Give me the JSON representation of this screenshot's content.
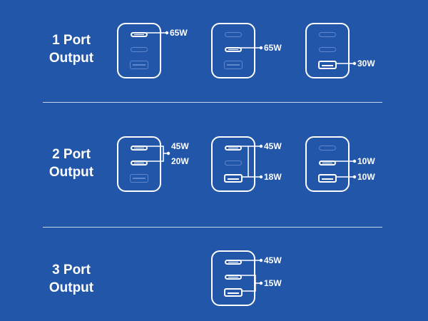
{
  "rows": [
    {
      "label_line1": "1 Port",
      "label_line2": "Output"
    },
    {
      "label_line1": "2 Port",
      "label_line2": "Output"
    },
    {
      "label_line1": "3 Port",
      "label_line2": "Output"
    }
  ],
  "configs": {
    "r1c1": {
      "watts": [
        "65W"
      ]
    },
    "r1c2": {
      "watts": [
        "65W"
      ]
    },
    "r1c3": {
      "watts": [
        "30W"
      ]
    },
    "r2c1": {
      "watts": [
        "45W",
        "20W"
      ]
    },
    "r2c2": {
      "watts": [
        "45W",
        "18W"
      ]
    },
    "r2c3": {
      "watts": [
        "10W",
        "10W"
      ]
    },
    "r3c2": {
      "watts": [
        "45W",
        "15W"
      ]
    }
  },
  "ports": [
    "usb-c-port-1",
    "usb-c-port-2",
    "usb-a-port"
  ],
  "colors": {
    "background": "#2256a8",
    "foreground": "#ffffff",
    "inactive_port": "#5d86cc"
  }
}
